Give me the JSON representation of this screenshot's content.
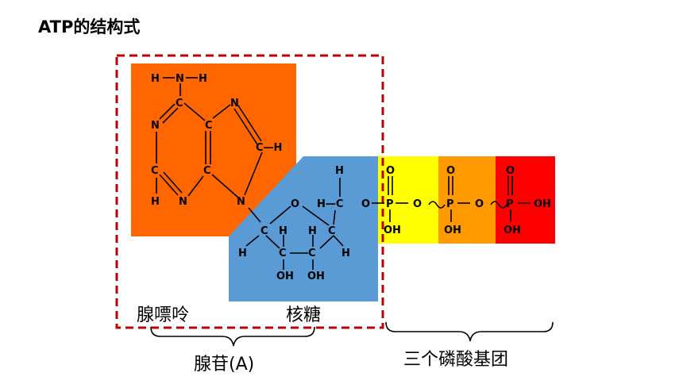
{
  "title": "ATP的结构式",
  "labels": {
    "adenine": "腺嘌呤",
    "ribose": "核糖",
    "adenosine": "腺苷(A)",
    "phosphates": "三个磷酸基团"
  },
  "atoms": {
    "H": "H",
    "N": "N",
    "C": "C",
    "O": "O",
    "P": "P",
    "OH": "OH",
    "CH": "C—H",
    "HC": "H—C"
  },
  "colors": {
    "adenine": "#ff6600",
    "ribose": "#5b9bd5",
    "phosphate1": "#ffff00",
    "phosphate2": "#ff9900",
    "phosphate3": "#ff0000",
    "dashed_box": "#c00000"
  }
}
